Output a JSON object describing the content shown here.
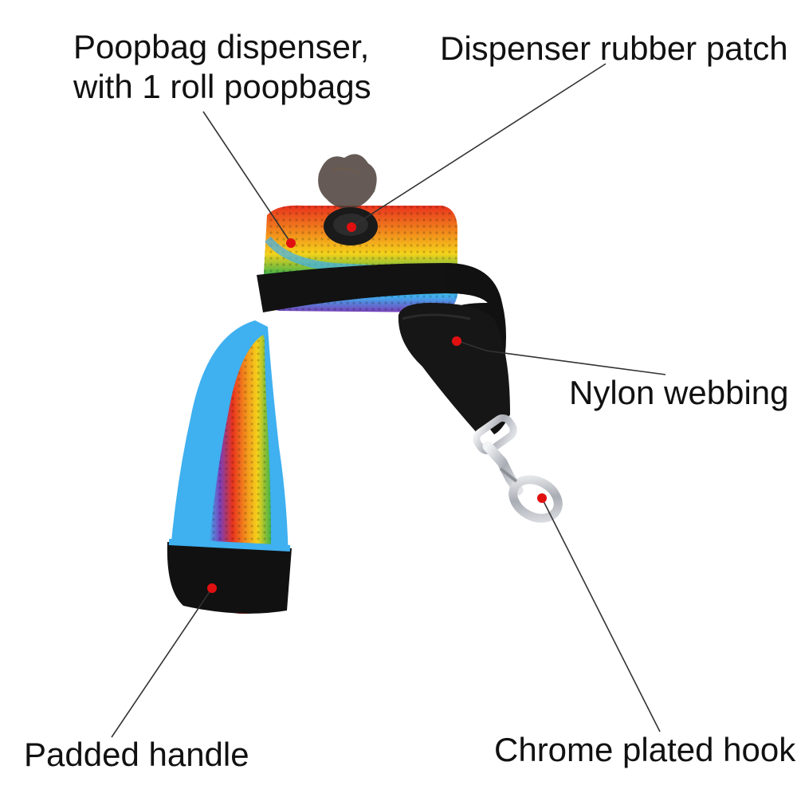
{
  "callouts": {
    "dispenser": {
      "line1": "Poopbag dispenser,",
      "line2": "with 1 roll poopbags"
    },
    "patch": {
      "text": "Dispenser rubber patch"
    },
    "webbing": {
      "text": "Nylon webbing"
    },
    "handle": {
      "text": "Padded handle"
    },
    "hook": {
      "text": "Chrome plated hook"
    }
  },
  "colors": {
    "background": "#ffffff",
    "marker": "#e01010",
    "leader_line": "#333333",
    "webbing": "#111111",
    "chrome": "#c9ccd1",
    "mesh_blue": "#3fb0f0",
    "mesh_purple": "#7a3fb8",
    "mesh_red": "#e8321e",
    "mesh_orange": "#f28a1c",
    "mesh_yellow": "#f5d21b",
    "mesh_green": "#3fb34a"
  }
}
